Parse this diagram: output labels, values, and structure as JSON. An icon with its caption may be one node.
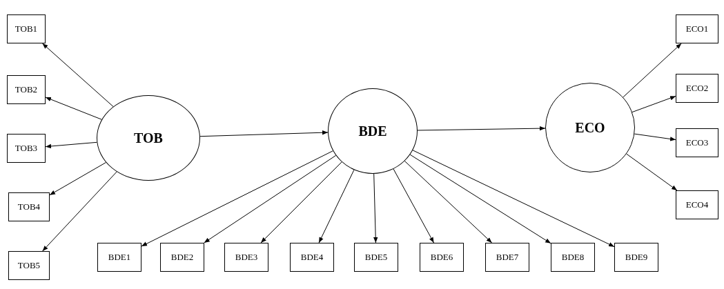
{
  "diagram": {
    "nodes": [
      {
        "text": [
          "TOB"
        ]
      },
      {
        "text": [
          "BDE"
        ]
      },
      {
        "text": [
          "ECO"
        ]
      },
      {
        "text": [
          "TOB1"
        ]
      },
      {
        "text": [
          "TOB2"
        ]
      },
      {
        "text": [
          "TOB3"
        ]
      },
      {
        "text": [
          "TOB4"
        ]
      },
      {
        "text": [
          "TOB5"
        ]
      },
      {
        "text": [
          "BDE1"
        ]
      },
      {
        "text": [
          "BDE2"
        ]
      },
      {
        "text": [
          "BDE3"
        ]
      },
      {
        "text": [
          "BDE4"
        ]
      },
      {
        "text": [
          "BDE5"
        ]
      },
      {
        "text": [
          "BDE6"
        ]
      },
      {
        "text": [
          "BDE7"
        ]
      },
      {
        "text": [
          "BDE8"
        ]
      },
      {
        "text": [
          "BDE9"
        ]
      },
      {
        "text": [
          "ECO1"
        ]
      },
      {
        "text": [
          "ECO2"
        ]
      },
      {
        "text": [
          "ECO3"
        ]
      },
      {
        "text": [
          "ECO4"
        ]
      }
    ],
    "edges": [
      {
        "from": 0,
        "to": 1,
        "arrow": "to"
      },
      {
        "from": 1,
        "to": 2,
        "arrow": "to"
      },
      {
        "from": 0,
        "to": 3,
        "arrow": "to"
      },
      {
        "from": 0,
        "to": 4,
        "arrow": "to"
      },
      {
        "from": 0,
        "to": 5,
        "arrow": "to"
      },
      {
        "from": 0,
        "to": 6,
        "arrow": "to"
      },
      {
        "from": 0,
        "to": 7,
        "arrow": "to"
      },
      {
        "from": 1,
        "to": 8,
        "arrow": "to"
      },
      {
        "from": 1,
        "to": 9,
        "arrow": "to"
      },
      {
        "from": 1,
        "to": 10,
        "arrow": "to"
      },
      {
        "from": 1,
        "to": 11,
        "arrow": "to"
      },
      {
        "from": 1,
        "to": 12,
        "arrow": "to"
      },
      {
        "from": 1,
        "to": 13,
        "arrow": "to"
      },
      {
        "from": 1,
        "to": 14,
        "arrow": "to"
      },
      {
        "from": 1,
        "to": 15,
        "arrow": "to"
      },
      {
        "from": 1,
        "to": 16,
        "arrow": "to"
      },
      {
        "from": 2,
        "to": 17,
        "arrow": "to"
      },
      {
        "from": 2,
        "to": 18,
        "arrow": "to"
      },
      {
        "from": 2,
        "to": 19,
        "arrow": "to"
      },
      {
        "from": 2,
        "to": 20,
        "arrow": "to"
      }
    ]
  }
}
